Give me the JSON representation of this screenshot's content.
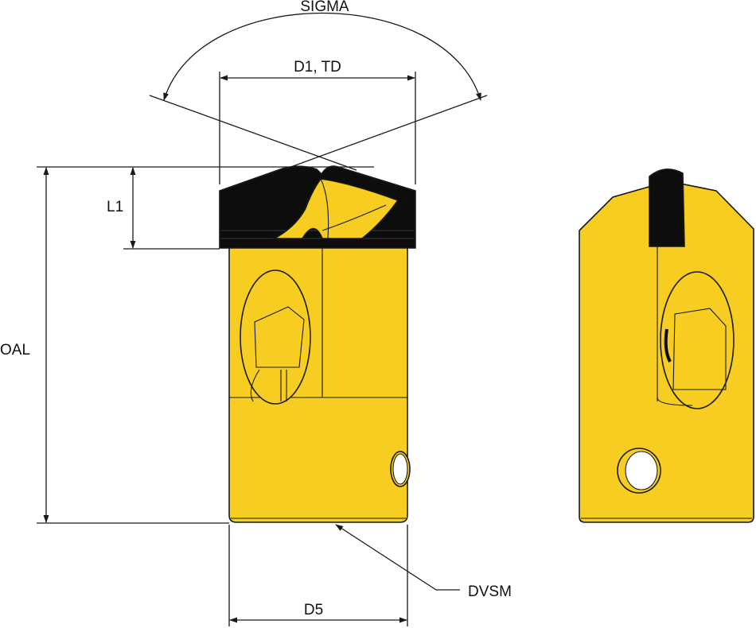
{
  "labels": {
    "sigma": "SIGMA",
    "d1_td": "D1, TD",
    "l1": "L1",
    "oal": "OAL",
    "dvsm": "DVSM",
    "d5": "D5"
  },
  "colors": {
    "body": "#F7CD22",
    "tip": "#0d0d0d",
    "line": "#1a1a1a",
    "background": "#ffffff"
  }
}
